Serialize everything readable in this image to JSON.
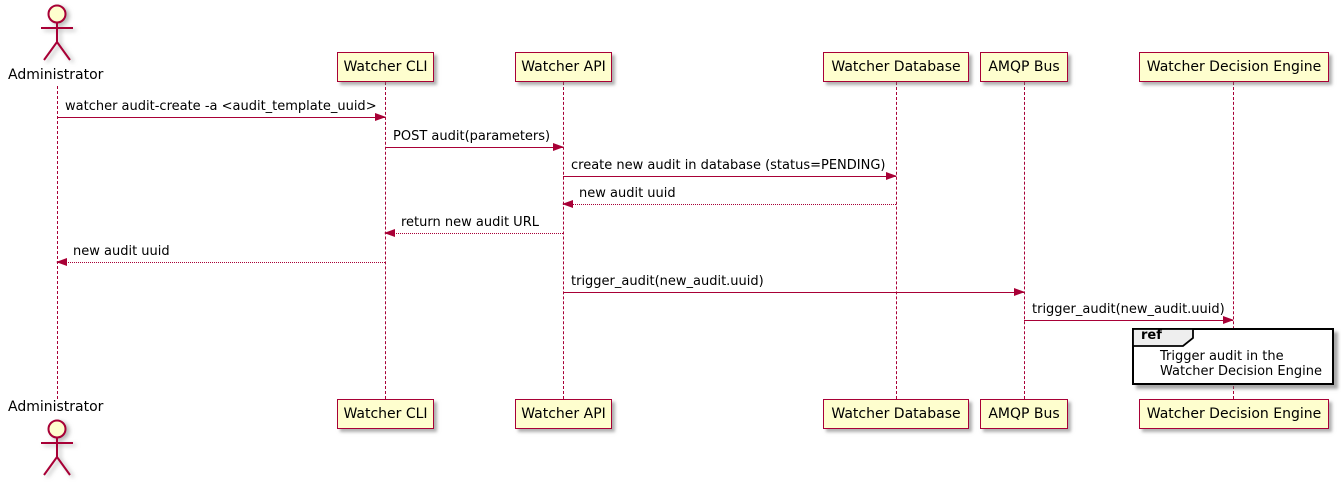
{
  "diagram": {
    "type": "sequence-diagram",
    "colors": {
      "participant_fill": "#FEFECE",
      "participant_border": "#A80036",
      "message_line": "#A80036",
      "lifeline": "#A80036",
      "text": "#000000",
      "ref_border": "#000000",
      "ref_fill": "#FFFFFF",
      "ref_tab_fill": "#EEEEEE"
    },
    "actor": {
      "name": "Administrator"
    },
    "participants": [
      {
        "label": "Watcher CLI"
      },
      {
        "label": "Watcher API"
      },
      {
        "label": "Watcher Database"
      },
      {
        "label": "AMQP Bus"
      },
      {
        "label": "Watcher Decision Engine"
      }
    ],
    "messages": [
      {
        "label": "watcher audit-create -a <audit_template_uuid>",
        "from": "Administrator",
        "to": "Watcher CLI",
        "line": "solid",
        "direction": "right"
      },
      {
        "label": "POST audit(parameters)",
        "from": "Watcher CLI",
        "to": "Watcher API",
        "line": "solid",
        "direction": "right"
      },
      {
        "label": "create new audit in database (status=PENDING)",
        "from": "Watcher API",
        "to": "Watcher Database",
        "line": "solid",
        "direction": "right"
      },
      {
        "label": "new audit uuid",
        "from": "Watcher Database",
        "to": "Watcher API",
        "line": "dotted",
        "direction": "left"
      },
      {
        "label": "return new audit URL",
        "from": "Watcher API",
        "to": "Watcher CLI",
        "line": "dotted",
        "direction": "left"
      },
      {
        "label": "new audit uuid",
        "from": "Watcher CLI",
        "to": "Administrator",
        "line": "dotted",
        "direction": "left"
      },
      {
        "label": "trigger_audit(new_audit.uuid)",
        "from": "Watcher API",
        "to": "AMQP Bus",
        "line": "solid",
        "direction": "right"
      },
      {
        "label": "trigger_audit(new_audit.uuid)",
        "from": "AMQP Bus",
        "to": "Watcher Decision Engine",
        "line": "solid",
        "direction": "right"
      }
    ],
    "ref": {
      "keyword": "ref",
      "lines": [
        "Trigger audit in the",
        "Watcher Decision Engine"
      ]
    }
  }
}
